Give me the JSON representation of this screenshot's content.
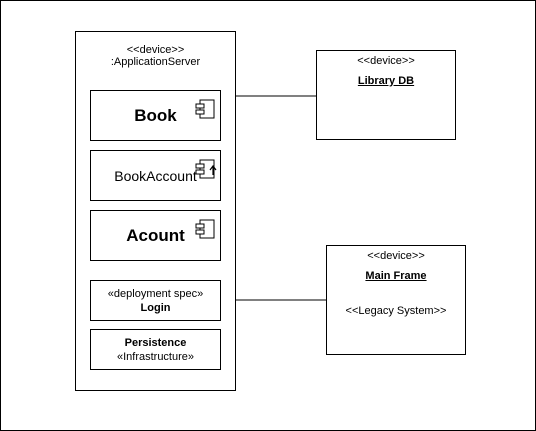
{
  "app_server": {
    "stereotype": "<<device>>",
    "name": ":ApplicationServer"
  },
  "components": [
    {
      "label": "Book",
      "icon": "component-icon"
    },
    {
      "label": "BookAccount",
      "icon": "component-icon"
    },
    {
      "label": "Acount",
      "icon": "component-icon"
    }
  ],
  "deployment_spec": {
    "stereotype": "«deployment spec»",
    "name": "Login"
  },
  "persistence": {
    "name": "Persistence",
    "stereotype": "«Infrastructure»"
  },
  "library_db": {
    "stereotype": "<<device>>",
    "name": "Library DB"
  },
  "main_frame": {
    "stereotype": "<<device>>",
    "name": "Main Frame",
    "note": "<<Legacy System>>"
  }
}
